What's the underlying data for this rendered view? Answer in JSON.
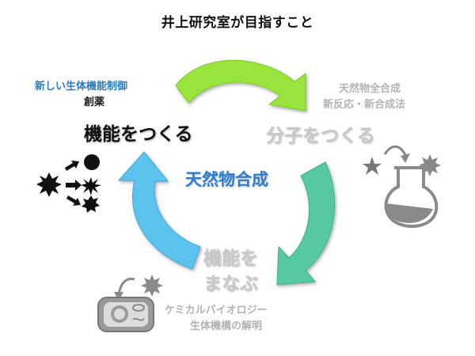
{
  "title": "井上研究室が目指すこと",
  "center": "天然物合成",
  "nodes": {
    "make_function": {
      "label": "機能をつくる",
      "sub_line1": "新しい生体機能制御",
      "sub_line2": "創薬"
    },
    "make_molecule": {
      "label": "分子をつくる",
      "sub_line1": "天然物全合成",
      "sub_line2": "新反応・新合成法"
    },
    "learn_function": {
      "label_line1": "機能を",
      "label_line2": "まなぶ",
      "sub_line1": "ケミカルバイオロジー",
      "sub_line2": "生体機構の解明"
    }
  },
  "colors": {
    "arrow_top": "#98e43d",
    "arrow_right": "#57c9a0",
    "arrow_left": "#5cc3ef",
    "accent_blue": "#2a7cc0",
    "gray_text": "#b3b3b3"
  }
}
